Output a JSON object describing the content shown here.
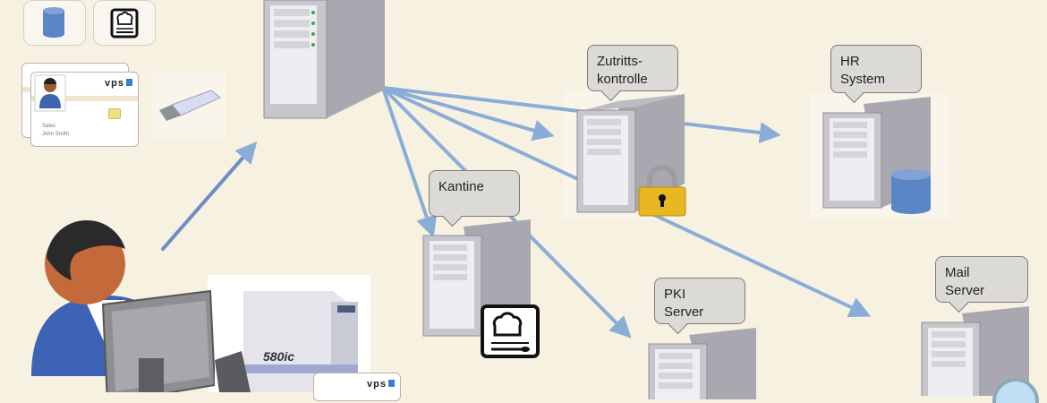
{
  "diagram": {
    "title_hidden": false,
    "legend_icons": [
      {
        "name": "database-icon"
      },
      {
        "name": "canteen-chef-icon"
      }
    ],
    "id_card": {
      "brand": "vps",
      "department": "Sales",
      "holder": "John Smith"
    },
    "printer": {
      "model": "580ic"
    },
    "nodes": [
      {
        "id": "central",
        "label_lines": []
      },
      {
        "id": "zutrittskontrolle",
        "label_lines": [
          "Zutritts-",
          "kontrolle"
        ],
        "badge": "lock-icon"
      },
      {
        "id": "hr-system",
        "label_lines": [
          "HR",
          "System"
        ],
        "badge": "database-icon"
      },
      {
        "id": "kantine",
        "label_lines": [
          "Kantine"
        ],
        "badge": "canteen-chef-icon"
      },
      {
        "id": "pki-server",
        "label_lines": [
          "PKI",
          "Server"
        ]
      },
      {
        "id": "mail-server",
        "label_lines": [
          "Mail",
          "Server"
        ],
        "badge": "magnifier-icon"
      }
    ],
    "colors": {
      "background": "#f7f1e1",
      "arrow": "#7ea6d6",
      "bubble": "#dcdad6",
      "database": "#5b86c6",
      "lock": "#e9b722"
    }
  }
}
